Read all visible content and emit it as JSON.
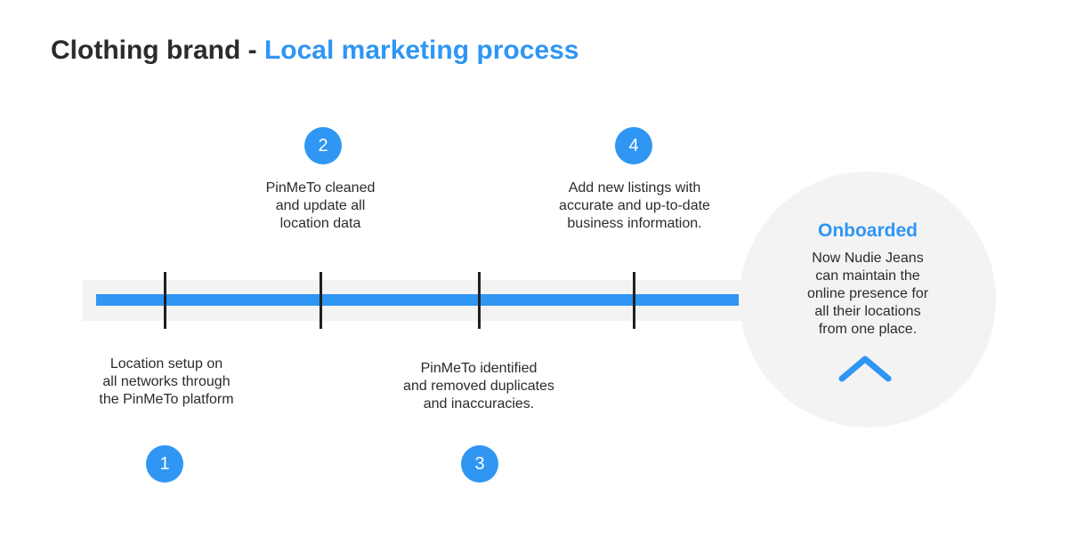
{
  "title": {
    "prefix": "Clothing brand - ",
    "highlight": "Local marketing process"
  },
  "steps": [
    {
      "number": "1",
      "lines": [
        "Location setup on",
        "all networks through",
        "the PinMeTo platform"
      ]
    },
    {
      "number": "2",
      "lines": [
        "PinMeTo cleaned",
        "and update all",
        "location data"
      ]
    },
    {
      "number": "3",
      "lines": [
        "PinMeTo identified",
        "and removed duplicates",
        "and inaccuracies."
      ]
    },
    {
      "number": "4",
      "lines": [
        "Add new listings with",
        "accurate and up-to-date",
        "business information."
      ]
    }
  ],
  "onboarded": {
    "title": "Onboarded",
    "lines": [
      "Now Nudie Jeans",
      "can maintain the",
      "online presence for",
      "all their locations",
      "from one place."
    ],
    "icon": "chevron-up-icon"
  },
  "colors": {
    "accent": "#2f96f3",
    "text": "#2b2b2b",
    "panel": "#f3f3f3"
  }
}
